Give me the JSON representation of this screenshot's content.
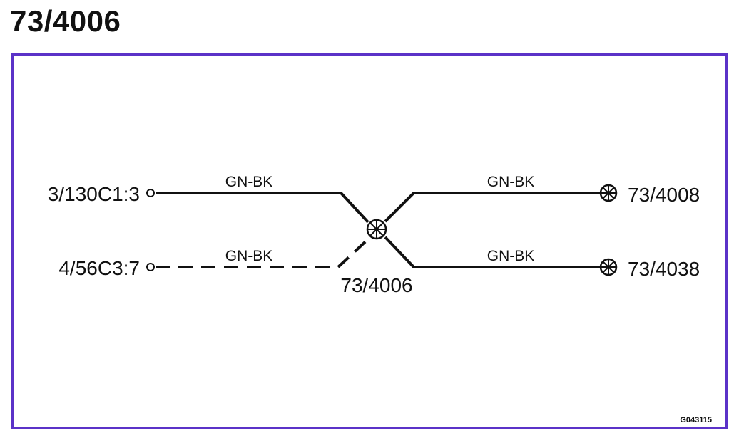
{
  "title": "73/4006",
  "diagram": {
    "connectors": {
      "left_top": "3/130C1:3",
      "left_bottom": "4/56C3:7",
      "splice": "73/4006",
      "right_top": "73/4008",
      "right_bottom": "73/4038"
    },
    "wire_colors": {
      "top_left": "GN-BK",
      "bottom_left": "GN-BK",
      "top_right": "GN-BK",
      "bottom_right": "GN-BK"
    },
    "figure_id": "G043115"
  },
  "colors": {
    "frame_border": "#5b32c8",
    "wire": "#111111"
  }
}
